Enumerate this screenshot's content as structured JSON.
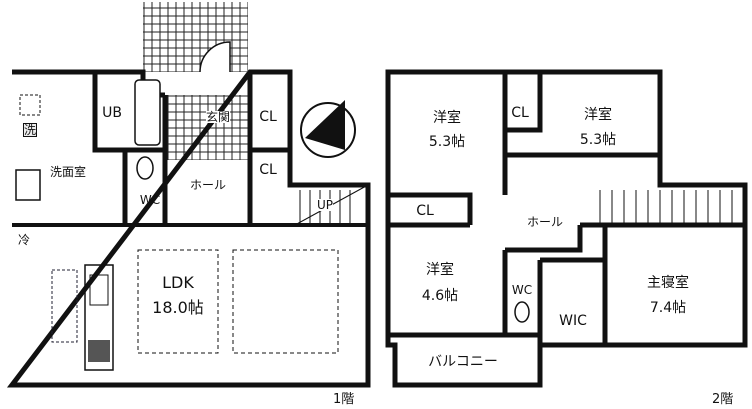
{
  "floor1": {
    "label": "1階",
    "rooms": {
      "ub": "UB",
      "laundry": "洗",
      "washroom": "洗面室",
      "wc": "WC",
      "entrance": "玄関",
      "cl1": "CL",
      "cl2": "CL",
      "hall": "ホール",
      "up": "UP",
      "ldk": "LDK",
      "ldk_size": "18.0帖",
      "fridge": "冷"
    }
  },
  "floor2": {
    "label": "2階",
    "rooms": {
      "western1": "洋室",
      "western1_size": "5.3帖",
      "western2": "洋室",
      "western2_size": "5.3帖",
      "cl1": "CL",
      "cl2": "CL",
      "hall": "ホール",
      "western3": "洋室",
      "western3_size": "4.6帖",
      "wc": "WC",
      "wic": "WIC",
      "master": "主寝室",
      "master_size": "7.4帖",
      "balcony": "バルコニー"
    }
  },
  "compass": "north-arrow-icon"
}
